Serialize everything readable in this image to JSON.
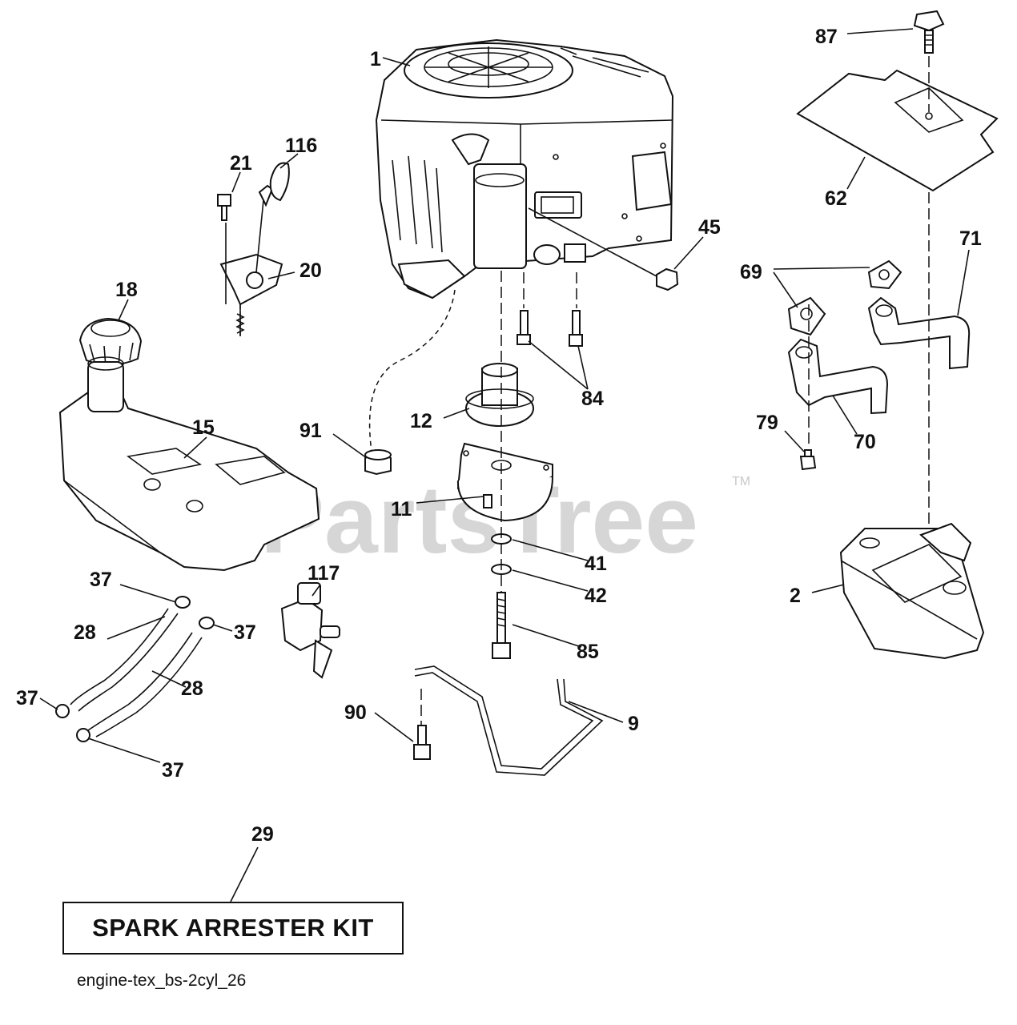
{
  "watermark": {
    "text": "PartsTree",
    "trademark": "TM"
  },
  "callouts": {
    "c1": "1",
    "c87": "87",
    "c116": "116",
    "c21": "21",
    "c20": "20",
    "c45": "45",
    "c62": "62",
    "c71": "71",
    "c69": "69",
    "c18": "18",
    "c84": "84",
    "c12": "12",
    "c91": "91",
    "c15": "15",
    "c79": "79",
    "c70": "70",
    "c11": "11",
    "c41": "41",
    "c42": "42",
    "c2": "2",
    "c37a": "37",
    "c117": "117",
    "c28a": "28",
    "c37b": "37",
    "c85": "85",
    "c28b": "28",
    "c37c": "37",
    "c90": "90",
    "c9": "9",
    "c37d": "37",
    "c29": "29"
  },
  "kit_label": "SPARK ARRESTER KIT",
  "diagram_id": "engine-tex_bs-2cyl_26"
}
